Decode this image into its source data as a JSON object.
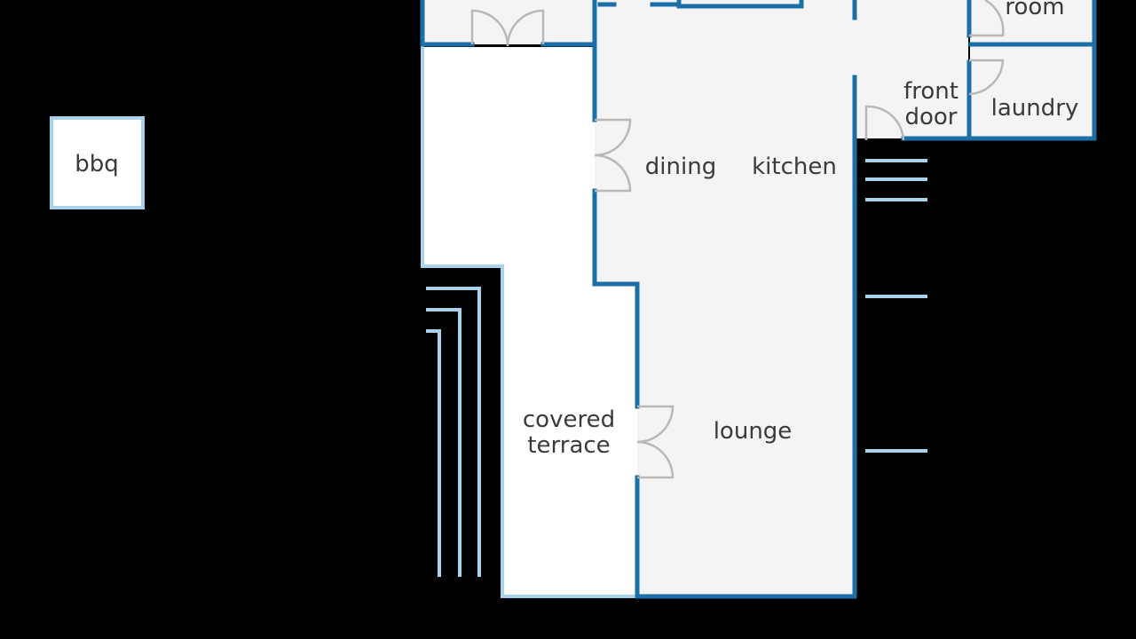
{
  "rooms": {
    "room": "room",
    "front_door_line1": "front",
    "front_door_line2": "door",
    "laundry": "laundry",
    "dining": "dining",
    "kitchen": "kitchen",
    "covered_terrace_line1": "covered",
    "covered_terrace_line2": "terrace",
    "lounge": "lounge",
    "bbq": "bbq"
  },
  "colors": {
    "background": "#000000",
    "wall_dark": "#1b6fa6",
    "wall_light": "#a9d2ec",
    "interior": "#f4f4f4",
    "terrace_floor": "#ffffff",
    "door": "#b8b8b8",
    "text": "#3a3a3a"
  }
}
